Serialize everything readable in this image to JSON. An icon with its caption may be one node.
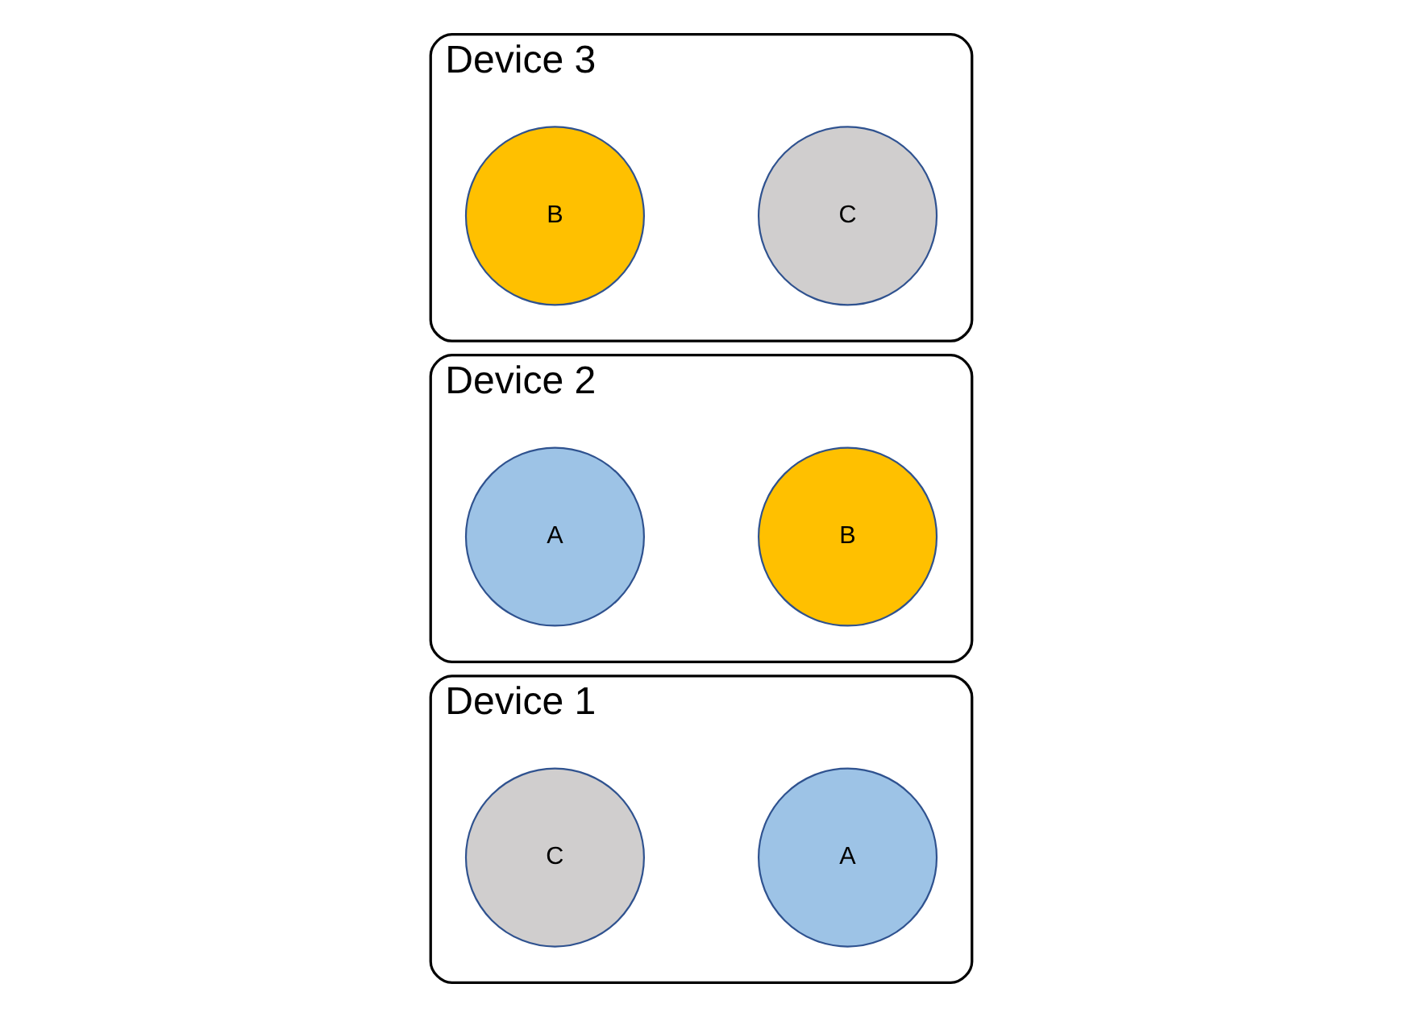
{
  "diagram": {
    "nodes": [
      {
        "text": [
          "Device 1"
        ]
      },
      {
        "text": [
          "C"
        ],
        "in": 0
      },
      {
        "text": [
          "A"
        ],
        "in": 0
      },
      {
        "text": [
          "Device 2"
        ]
      },
      {
        "text": [
          "A"
        ],
        "in": 3
      },
      {
        "text": [
          "B"
        ],
        "in": 3
      },
      {
        "text": [
          "Device 3"
        ]
      },
      {
        "text": [
          "B"
        ],
        "in": 6
      },
      {
        "text": [
          "C"
        ],
        "in": 6
      }
    ]
  }
}
